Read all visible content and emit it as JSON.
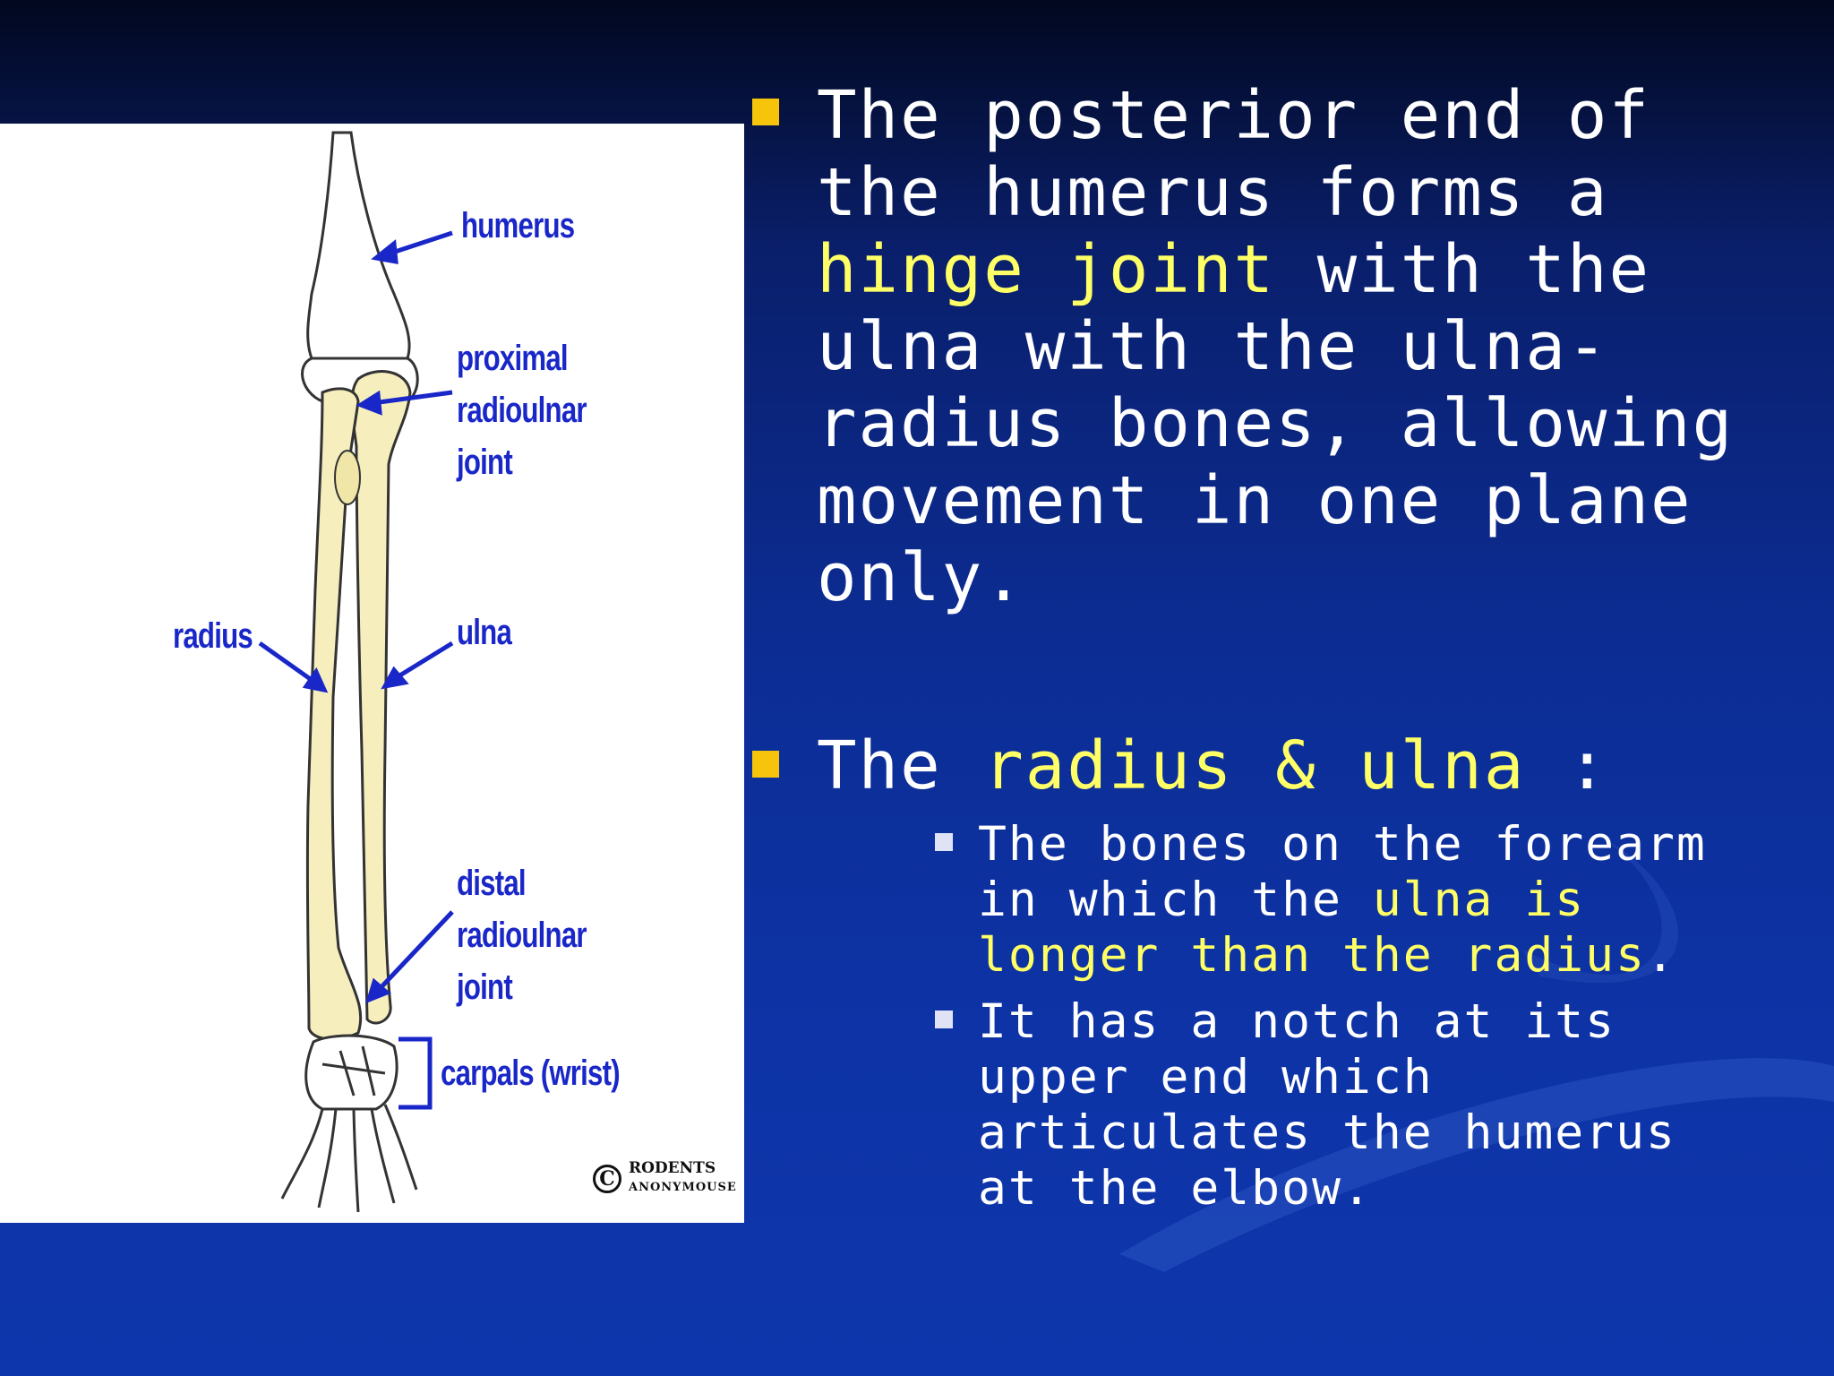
{
  "figure": {
    "labels": {
      "humerus": "humerus",
      "proximal": "proximal",
      "radioulnar1": "radioulnar",
      "joint1": "joint",
      "radius": "radius",
      "ulna": "ulna",
      "distal": "distal",
      "radioulnar2": "radioulnar",
      "joint2": "joint",
      "carpals": "carpals (wrist)"
    },
    "copyright": {
      "symbol": "C",
      "line1": "RODENTS",
      "line2": "ANONYMOUSE"
    }
  },
  "bullet1": {
    "line1": "The posterior end of",
    "line2": "the humerus forms a",
    "line3_highlight": "hinge joint",
    "line3_rest": " with the",
    "line4": "ulna with the ulna-",
    "line5": "radius bones, allowing",
    "line6": "movement in one plane",
    "line7": "only."
  },
  "bullet2": {
    "prefix": "The ",
    "highlight": "radius & ulna",
    "suffix": " :"
  },
  "sub1": {
    "line1": "The bones on the forearm",
    "line2_plain": "in which the ",
    "line2_highlight": "ulna is",
    "line3_highlight": "longer than the radius",
    "line3_rest": "."
  },
  "sub2": {
    "line1": "It has a notch at its",
    "line2": "upper end which",
    "line3": "articulates the humerus",
    "line4": "at the elbow."
  },
  "colors": {
    "highlight": "#ffff66",
    "bullet": "#f6c40a",
    "label": "#1a27c8"
  }
}
